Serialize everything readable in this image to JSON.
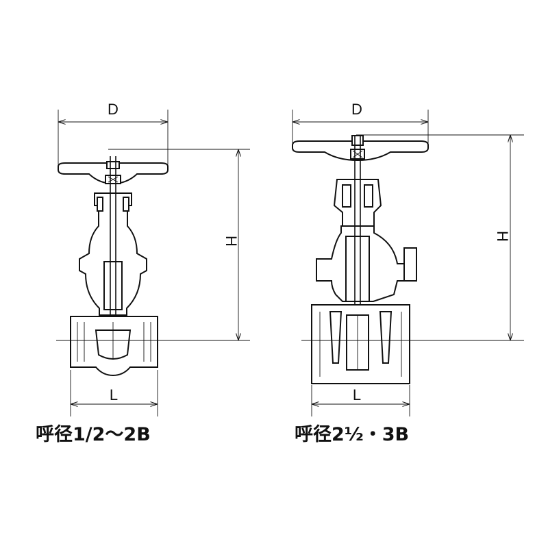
{
  "left_valve": {
    "dim_d": "D",
    "dim_h": "H",
    "dim_l": "L",
    "caption": "呼径1/2〜2B"
  },
  "right_valve": {
    "dim_d": "D",
    "dim_h": "H",
    "dim_l": "L",
    "caption": "呼径2½・3B"
  }
}
